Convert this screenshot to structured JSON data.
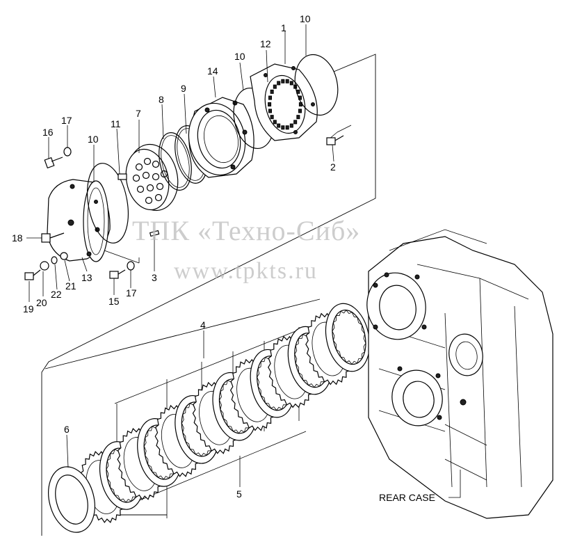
{
  "diagram": {
    "callouts": [
      {
        "id": "c1",
        "text": "1"
      },
      {
        "id": "c2",
        "text": "2"
      },
      {
        "id": "c3",
        "text": "3"
      },
      {
        "id": "c4",
        "text": "4"
      },
      {
        "id": "c5",
        "text": "5"
      },
      {
        "id": "c6",
        "text": "6"
      },
      {
        "id": "c7",
        "text": "7"
      },
      {
        "id": "c8",
        "text": "8"
      },
      {
        "id": "c9",
        "text": "9"
      },
      {
        "id": "c10a",
        "text": "10"
      },
      {
        "id": "c10b",
        "text": "10"
      },
      {
        "id": "c10c",
        "text": "10"
      },
      {
        "id": "c11",
        "text": "11"
      },
      {
        "id": "c12",
        "text": "12"
      },
      {
        "id": "c13",
        "text": "13"
      },
      {
        "id": "c14",
        "text": "14"
      },
      {
        "id": "c15",
        "text": "15"
      },
      {
        "id": "c16",
        "text": "16"
      },
      {
        "id": "c17a",
        "text": "17"
      },
      {
        "id": "c17b",
        "text": "17"
      },
      {
        "id": "c18",
        "text": "18"
      },
      {
        "id": "c19",
        "text": "19"
      },
      {
        "id": "c20",
        "text": "20"
      },
      {
        "id": "c21",
        "text": "21"
      },
      {
        "id": "c22",
        "text": "22"
      }
    ],
    "rear_case_label": "REAR CASE"
  },
  "watermark": {
    "line1": "ТПК «Техно-Сиб»",
    "line2": "www.tpkts.ru"
  }
}
